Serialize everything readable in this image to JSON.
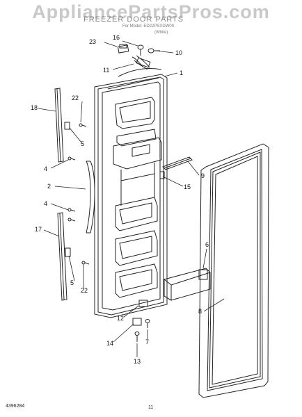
{
  "watermark": "AppliancePartsPros.com",
  "header": {
    "title": "FREEZER DOOR PARTS",
    "model_line": "For Model: ED22PSXDW00",
    "color_line": "(White)"
  },
  "callouts": [
    "23",
    "16",
    "10",
    "11",
    "1",
    "22",
    "18",
    "5",
    "4",
    "9",
    "2",
    "15",
    "4",
    "17",
    "6",
    "5",
    "22",
    "8",
    "12",
    "14",
    "7",
    "13"
  ],
  "footer": {
    "doc_number": "4396284",
    "page_number": "11"
  }
}
